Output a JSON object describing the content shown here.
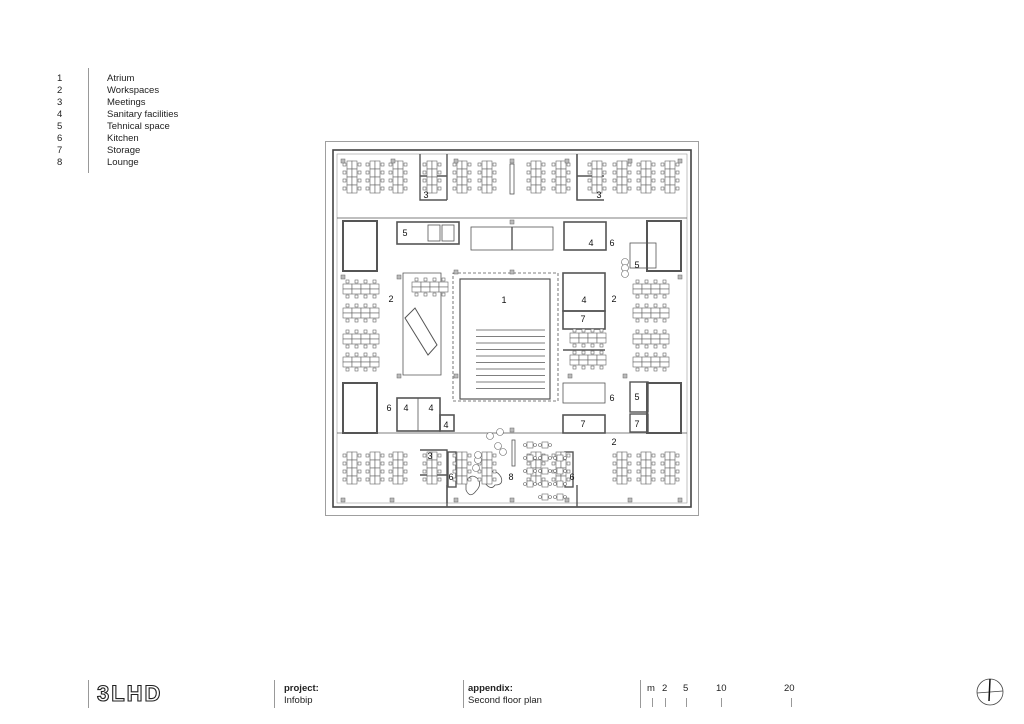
{
  "legend": [
    {
      "num": "1",
      "label": "Atrium"
    },
    {
      "num": "2",
      "label": "Workspaces"
    },
    {
      "num": "3",
      "label": "Meetings"
    },
    {
      "num": "4",
      "label": "Sanitary facilities"
    },
    {
      "num": "5",
      "label": "Tehnical space"
    },
    {
      "num": "6",
      "label": "Kitchen"
    },
    {
      "num": "7",
      "label": "Storage"
    },
    {
      "num": "8",
      "label": "Lounge"
    }
  ],
  "plan": {
    "room_labels": [
      "3",
      "3",
      "5",
      "4",
      "6",
      "5",
      "2",
      "1",
      "4",
      "2",
      "7",
      "6",
      "4",
      "4",
      "4",
      "6",
      "5",
      "7",
      "7",
      "2",
      "3",
      "6",
      "8",
      "6"
    ]
  },
  "footer": {
    "logo": "3LHD",
    "project_label": "project:",
    "project_value": "Infobip",
    "appendix_label": "appendix:",
    "appendix_value": "Second floor plan",
    "scale_unit": "m",
    "scale_ticks": [
      "2",
      "5",
      "10",
      "20"
    ]
  }
}
